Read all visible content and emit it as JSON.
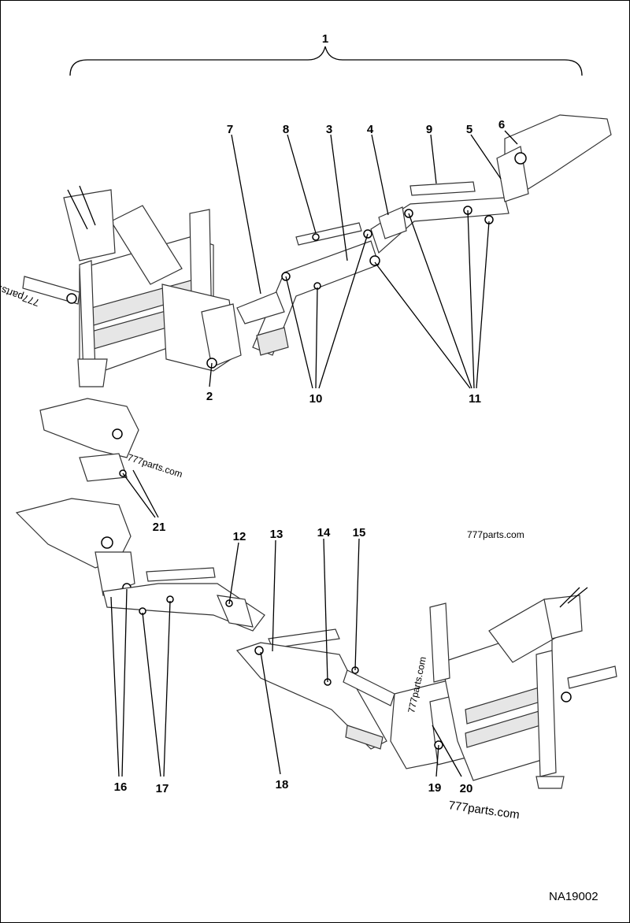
{
  "figure_id": "NA19002",
  "watermark": "777parts.com",
  "callouts": {
    "c1": "1",
    "c2": "2",
    "c3": "3",
    "c4": "4",
    "c5": "5",
    "c6": "6",
    "c7": "7",
    "c8": "8",
    "c9": "9",
    "c10": "10",
    "c11": "11",
    "c12": "12",
    "c13": "13",
    "c14": "14",
    "c15": "15",
    "c16": "16",
    "c17": "17",
    "c18": "18",
    "c19": "19",
    "c20": "20",
    "c21": "21"
  }
}
